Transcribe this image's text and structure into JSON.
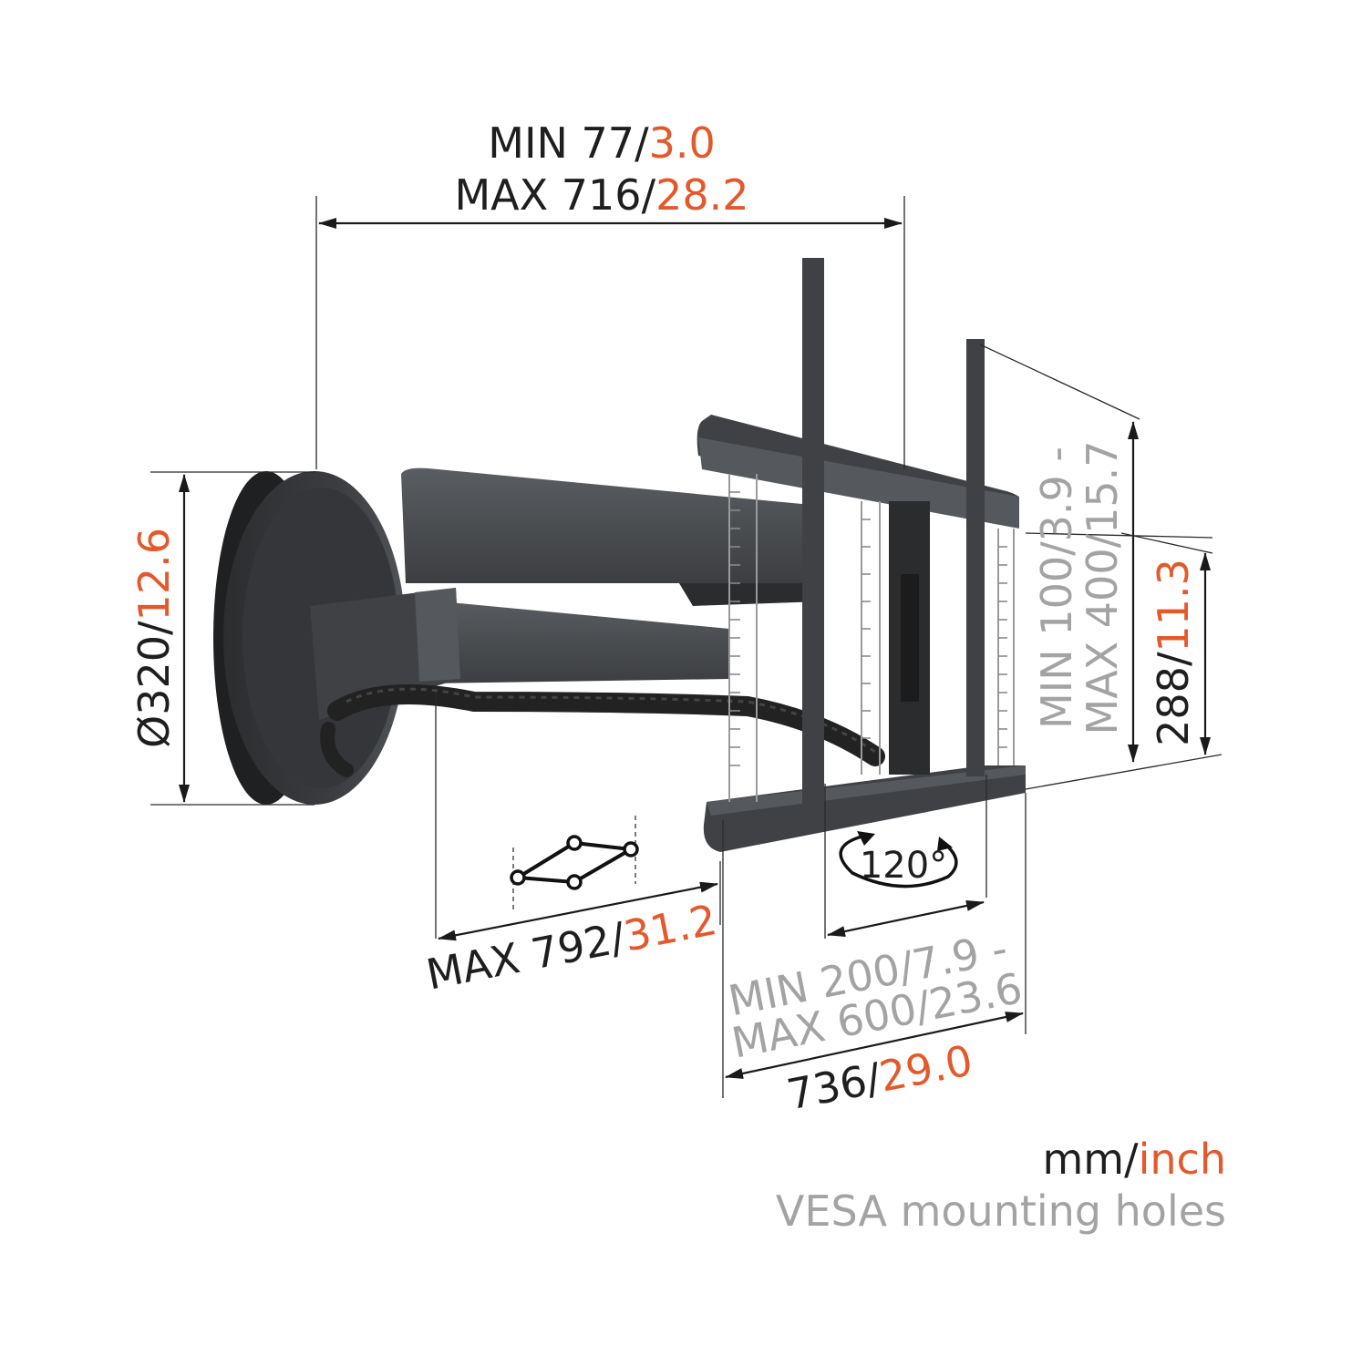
{
  "dimensions": {
    "top_min": {
      "prefix": "MIN 77/",
      "inch": "3.0"
    },
    "top_max": {
      "prefix": "MAX 716/",
      "inch": "28.2"
    },
    "diameter": {
      "prefix": "Ø320/",
      "inch": "12.6"
    },
    "vesa_vertical": {
      "line1": "MIN 100/3.9 -",
      "line2": "MAX 400/15.7"
    },
    "height": {
      "prefix": "288/",
      "inch": "11.3"
    },
    "arm_extension": {
      "prefix": "MAX 792/",
      "inch": "31.2"
    },
    "rotation": {
      "value": "120°"
    },
    "vesa_horizontal": {
      "line1_mm": "MIN 200/",
      "line1_inch": "7.9 -",
      "line2_mm": "MAX 600/",
      "line2_inch": "23.6"
    },
    "width": {
      "prefix": "736/",
      "inch": "29.0"
    }
  },
  "legend": {
    "unit_mm": "mm/",
    "unit_inch": "inch",
    "vesa_note": "VESA mounting holes"
  },
  "colors": {
    "accent": "#e3592b",
    "text_dark": "#1e1e1e",
    "text_gray": "#a3a3a3",
    "metal": "#3f4144"
  }
}
